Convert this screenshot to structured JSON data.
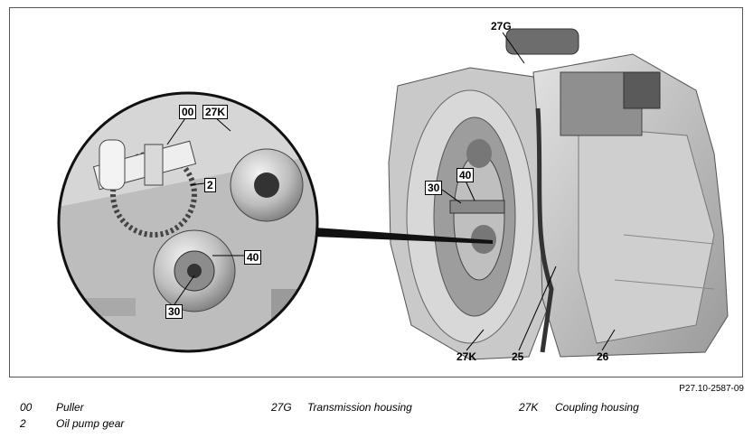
{
  "callouts": {
    "c00": "00",
    "c27K_inset": "27K",
    "c2": "2",
    "c40_inset": "40",
    "c30_inset": "30",
    "c27G": "27G",
    "c30_main": "30",
    "c40_main": "40",
    "c27K_main": "27K",
    "c25": "25",
    "c26": "26"
  },
  "figure_ref": "P27.10-2587-09",
  "legend": [
    {
      "num": "00",
      "text": "Puller"
    },
    {
      "num": "2",
      "text": "Oil pump gear"
    },
    {
      "num": "27G",
      "text": "Transmission housing"
    },
    {
      "num": "27K",
      "text": "Coupling housing"
    }
  ]
}
